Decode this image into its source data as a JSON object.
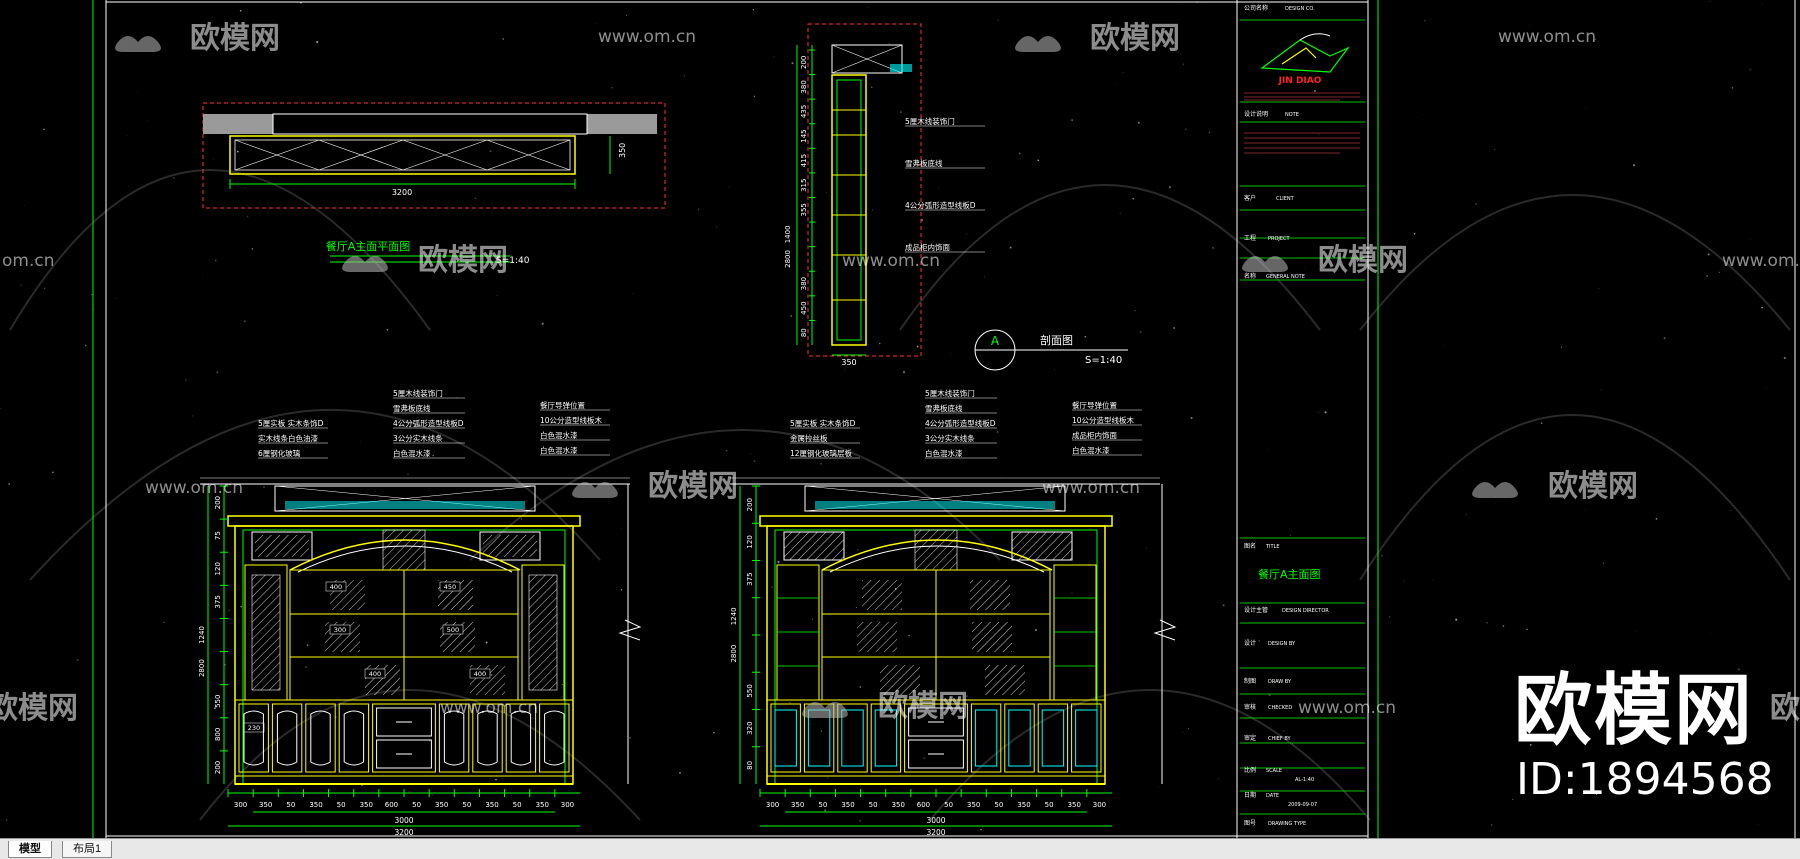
{
  "watermarks": {
    "brand": "欧模网",
    "url": "www.om.cn",
    "url_partial": "om.cn",
    "brand_partial": "欧模网",
    "id_label": "ID:1894568"
  },
  "plan": {
    "title": "餐厅A主面平面图",
    "scale": "S=1:40",
    "dim_width": "3200",
    "dim_depth": "350"
  },
  "section": {
    "marker": "A",
    "title": "剖面图",
    "scale": "S=1:40",
    "dims_left": [
      "200",
      "380",
      "435",
      "145",
      "415",
      "315",
      "355",
      "1400",
      "2800",
      "380",
      "450",
      "80"
    ],
    "dim_bottom": "350",
    "notes": [
      "5厘木线装饰门",
      "雪弗板底线",
      "4公分弧形造型线板D",
      "成品柜内饰面"
    ]
  },
  "elev1": {
    "notes_col1": [
      "5厘实板  实木条饰D",
      "实木线条白色油漆",
      "6厘钢化玻璃"
    ],
    "notes_col2": [
      "5厘木线装饰门",
      "雪弗板底线",
      "4公分弧形造型线板D",
      "3公分实木线条",
      "白色混水漆"
    ],
    "notes_col3": [
      "餐厅导弹位置",
      "10公分造型线板木",
      "白色混水漆",
      "白色混水漆"
    ],
    "dims_left": [
      "200",
      "75",
      "120",
      "375",
      "1240",
      "2800",
      "550",
      "800",
      "200"
    ],
    "dims_bottom": [
      "300",
      "350",
      "50",
      "350",
      "50",
      "350",
      "600",
      "50",
      "350",
      "50",
      "350",
      "50",
      "350",
      "300"
    ],
    "total_width": "3000",
    "overall_width": "3200",
    "tag_dims": [
      "400",
      "450",
      "300",
      "500",
      "400",
      "400",
      "230"
    ]
  },
  "elev2": {
    "notes_col1": [
      "5厘实板  实木条饰D",
      "金属拉丝板",
      "12厘钢化玻璃层板"
    ],
    "notes_col2": [
      "5厘木线装饰门",
      "雪弗板底线",
      "4公分弧形造型线板D",
      "3公分实木线条",
      "白色混水漆"
    ],
    "notes_col3": [
      "餐厅导弹位置",
      "10公分造型线板木",
      "成品柜内饰面",
      "白色混水漆"
    ],
    "dims_left": [
      "200",
      "120",
      "375",
      "1240",
      "2800",
      "550",
      "320",
      "80"
    ],
    "dims_bottom": [
      "300",
      "350",
      "50",
      "350",
      "50",
      "350",
      "600",
      "50",
      "350",
      "50",
      "350",
      "50",
      "350",
      "300"
    ],
    "total_width": "3000",
    "overall_width": "3200"
  },
  "title_block": {
    "company_label": "公司名称",
    "company_value": "DESIGN CO.",
    "logo_text": "JIN DIAO",
    "notes_label": "设计说明",
    "notes_value": "NOTE",
    "client_label": "客户",
    "client_value": "CLIENT",
    "project_label": "工程",
    "project_value": "PROJECT",
    "project2_label": "名称",
    "project2_value": "GENERAL NOTE",
    "title_label": "图名",
    "title_label_en": "TITLE",
    "drawing_title": "餐厅A主面图",
    "design_label": "设计主管",
    "design_value": "DESIGN DIRECTOR",
    "designer_label": "设计",
    "designer_value": "DESIGN BY",
    "drawn_label": "制图",
    "drawn_value": "DRAW BY",
    "checked_label": "审核",
    "checked_value": "CHECKED",
    "approve_label": "审定",
    "approve_value": "CHIEF BY",
    "scale_label": "比例",
    "scale_en": "SCALE",
    "scale_value": "AL-1:40",
    "date_label": "日期",
    "date_en": "DATE",
    "date_value": "2009-09-07",
    "type_label": "图号",
    "type_value": "DRAWING TYPE"
  },
  "tabs": [
    "模型",
    "布局1"
  ],
  "colors": {
    "background": "#000000",
    "frame_green": "#00ff00",
    "line_yellow": "#ffff00",
    "line_white": "#ffffff",
    "line_cyan": "#00ffff",
    "red_dash": "#ff3030",
    "logo_red": "#ff2020"
  }
}
